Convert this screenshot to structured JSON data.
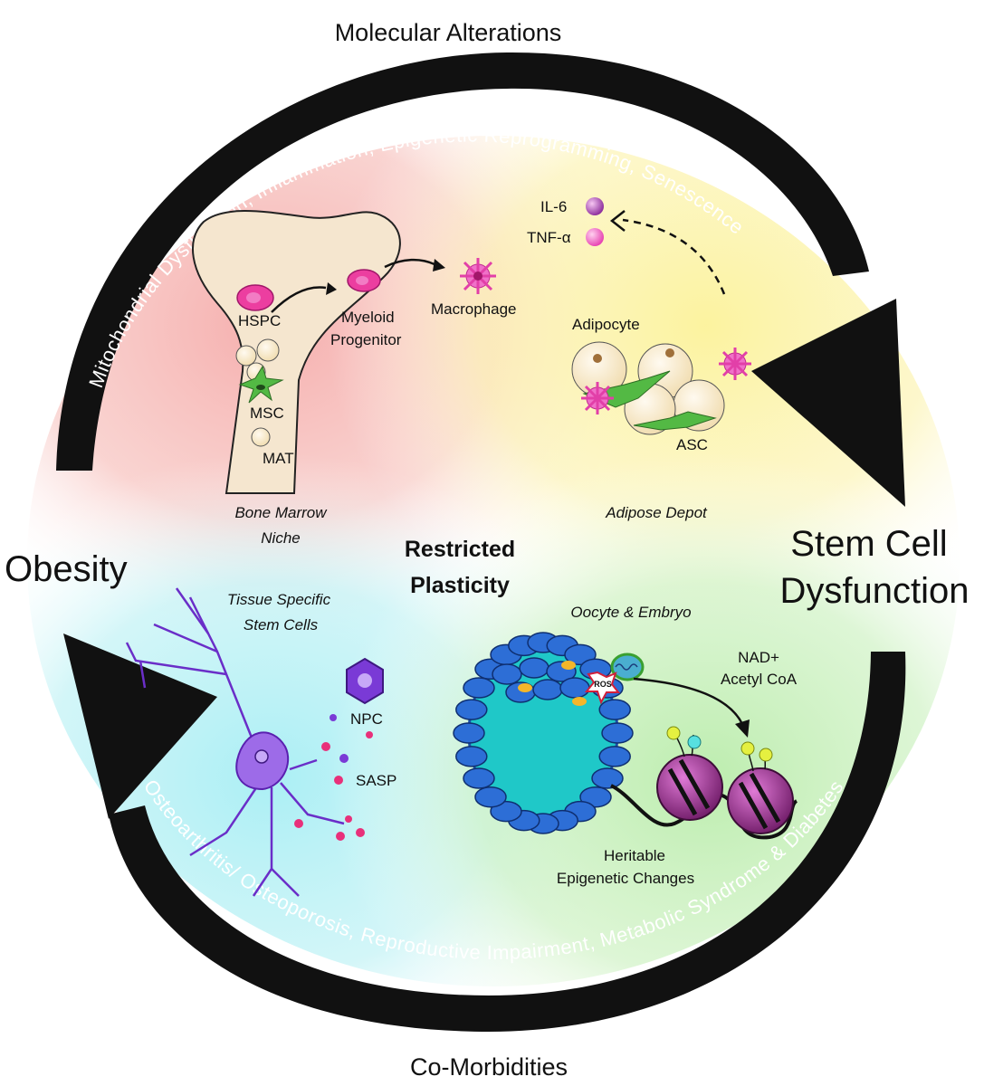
{
  "header": {
    "molecular_alterations": "Molecular Alterations"
  },
  "footer": {
    "co_morbidities": "Co-Morbidities"
  },
  "left_label": "Obesity",
  "right_label": {
    "line1": "Stem Cell",
    "line2": "Dysfunction"
  },
  "center": {
    "line1": "Restricted",
    "line2": "Plasticity"
  },
  "top_arc_text": "Mitochondrial Dysfunction, Inflammation, Epigenetic Reprogramming, Senescence",
  "bottom_arc_text": "Osteoarthritis/ Osteoporosis,   Reproductive Impairment,   Metabolic Syndrome & Diabetes",
  "bone": {
    "hspc": "HSPC",
    "msc": "MSC",
    "mat": "MAT",
    "myeloid_line1": "Myeloid",
    "myeloid_line2": "Progenitor",
    "macrophage": "Macrophage",
    "niche_line1": "Bone Marrow",
    "niche_line2": "Niche"
  },
  "adipose": {
    "il6": "IL-6",
    "tnf": "TNF-α",
    "adipocyte": "Adipocyte",
    "asc": "ASC",
    "depot": "Adipose Depot"
  },
  "neuro": {
    "title_line1": "Tissue Specific",
    "title_line2": "Stem Cells",
    "npc": "NPC",
    "sasp": "SASP"
  },
  "embryo": {
    "title": "Oocyte & Embryo",
    "ros": "ROS",
    "nad_line1": "NAD+",
    "nad_line2": "Acetyl CoA",
    "heritable_line1": "Heritable",
    "heritable_line2": "Epigenetic Changes"
  },
  "colors": {
    "quadrant_top_left": "#f4b6b4",
    "quadrant_top_right": "#fbf3a6",
    "quadrant_bottom_left": "#b6eef2",
    "quadrant_bottom_right": "#c6efb8",
    "arrow": "#111111",
    "hspc": "#ec3ea0",
    "msc": "#53b944",
    "embryo_cell": "#2d6ed6",
    "nucleosome": "#9a2a8a",
    "neuron": "#7a3ad6"
  }
}
